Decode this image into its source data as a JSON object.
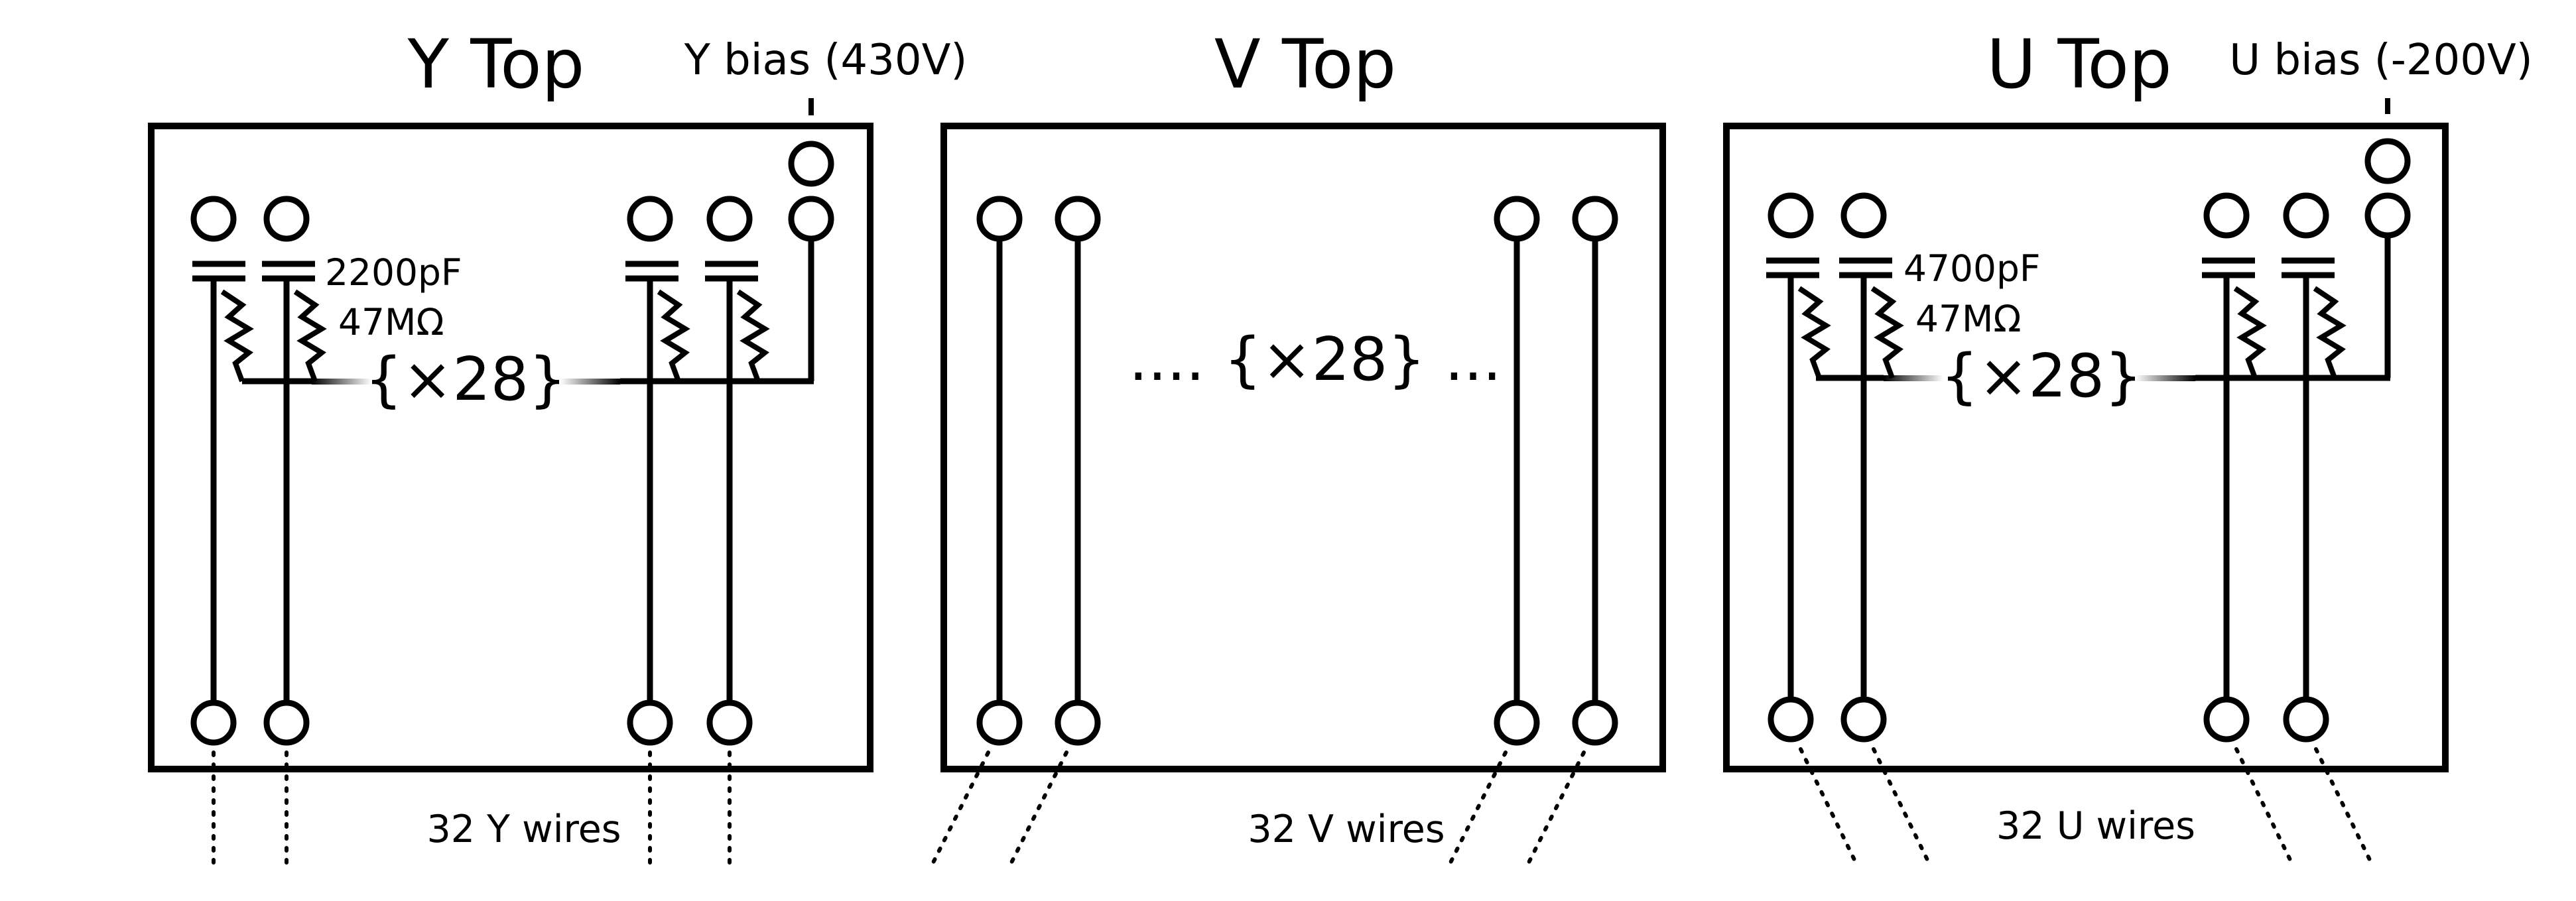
{
  "panels": [
    {
      "title": "Y Top",
      "bias_label": "Y bias (430V)",
      "capacitor_label": "2200pF",
      "resistor_label": "47MΩ",
      "multiplier_label": "{×28}",
      "wires_label": "32 Y wires"
    },
    {
      "title": "V Top",
      "multiplier_label": ".... {×28} ...",
      "wires_label": "32 V wires"
    },
    {
      "title": "U Top",
      "bias_label": "U bias (-200V)",
      "capacitor_label": "4700pF",
      "resistor_label": "47MΩ",
      "multiplier_label": "{×28}",
      "wires_label": "32 U wires"
    }
  ]
}
